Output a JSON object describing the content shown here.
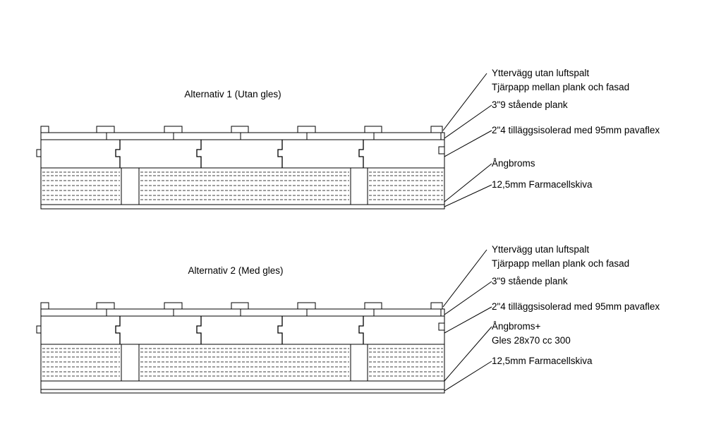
{
  "diagrams": [
    {
      "title": "Alternativ 1 (Utan gles)",
      "labels": [
        [
          "Yttervägg utan luftspalt",
          "Tjärpapp mellan plank och fasad"
        ],
        [
          "3\"9 stående plank"
        ],
        [
          "2\"4 tilläggsisolerad med 95mm pavaflex"
        ],
        [
          "Ångbroms"
        ],
        [
          "12,5mm Farmacellskiva"
        ]
      ]
    },
    {
      "title": "Alternativ 2 (Med gles)",
      "labels": [
        [
          "Yttervägg utan luftspalt",
          "Tjärpapp mellan plank och fasad"
        ],
        [
          "3\"9 stående plank"
        ],
        [
          "2\"4 tilläggsisolerad med 95mm pavaflex"
        ],
        [
          "Ångbroms+",
          "Gles 28x70 cc 300"
        ],
        [
          "12,5mm Farmacellskiva"
        ]
      ]
    }
  ],
  "colors": {
    "line": "#000000",
    "background": "#ffffff"
  }
}
